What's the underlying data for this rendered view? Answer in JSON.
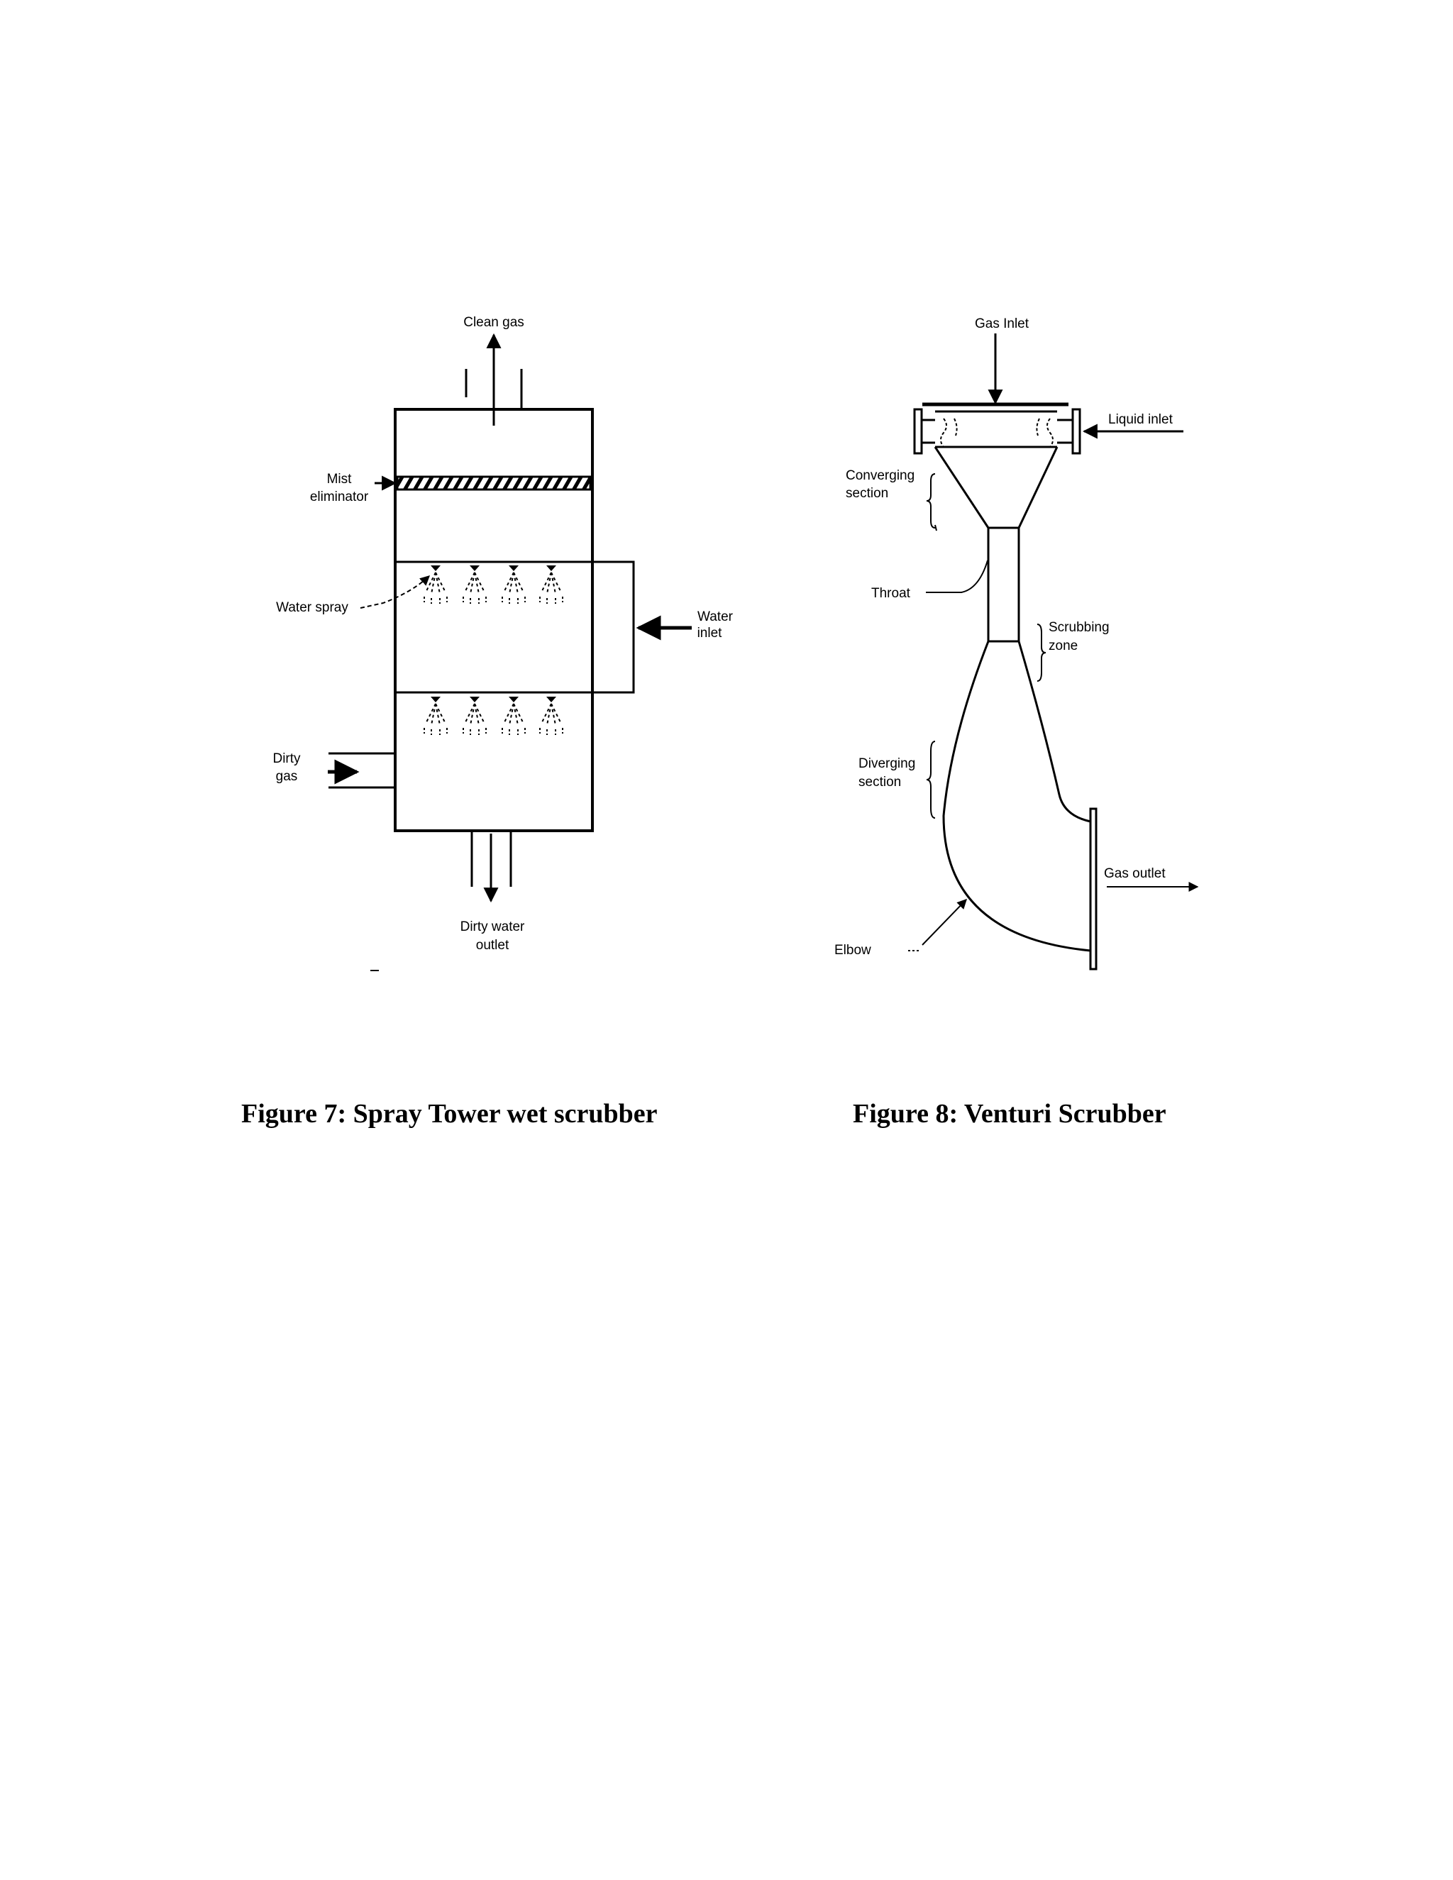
{
  "figure7": {
    "labels": {
      "clean_gas": "Clean gas",
      "mist": "Mist",
      "eliminator": "eliminator",
      "water_spray": "Water spray",
      "water": "Water",
      "inlet": "inlet",
      "dirty": "Dirty",
      "gas": "gas",
      "dirty_water": "Dirty water",
      "outlet": "outlet"
    },
    "caption": "Figure 7: Spray Tower wet scrubber"
  },
  "figure8": {
    "labels": {
      "gas_inlet": "Gas Inlet",
      "liquid_inlet": "Liquid inlet",
      "converging": "Converging",
      "section_1": "section",
      "throat": "Throat",
      "scrubbing": "Scrubbing",
      "zone": "zone",
      "diverging": "Diverging",
      "section_2": "section",
      "gas_outlet": "Gas outlet",
      "elbow": "Elbow"
    },
    "caption": "Figure 8: Venturi Scrubber"
  }
}
